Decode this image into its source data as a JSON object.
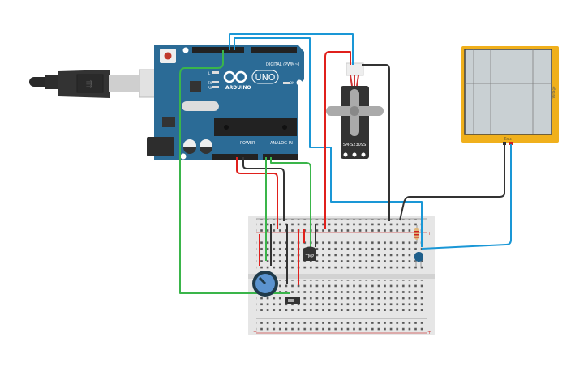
{
  "arduino": {
    "brand": "ARDUINO",
    "model": "UNO",
    "digital_label": "DIGITAL (PWM~)",
    "power_label": "POWER",
    "analog_label": "ANALOG IN",
    "led_labels": [
      "L",
      "TX",
      "RX",
      "ON"
    ],
    "color": "#2b6b96"
  },
  "servo": {
    "label": "SM-S2309S"
  },
  "oscilloscope": {
    "y_label": "Voltage",
    "x_label": "Time",
    "color": "#f0b01c"
  },
  "tmp_sensor": {
    "label": "TMP"
  },
  "wire_colors": {
    "signal": "#1a97d6",
    "power": "#e0201c",
    "ground": "#333333",
    "analog": "#3ab54a"
  }
}
